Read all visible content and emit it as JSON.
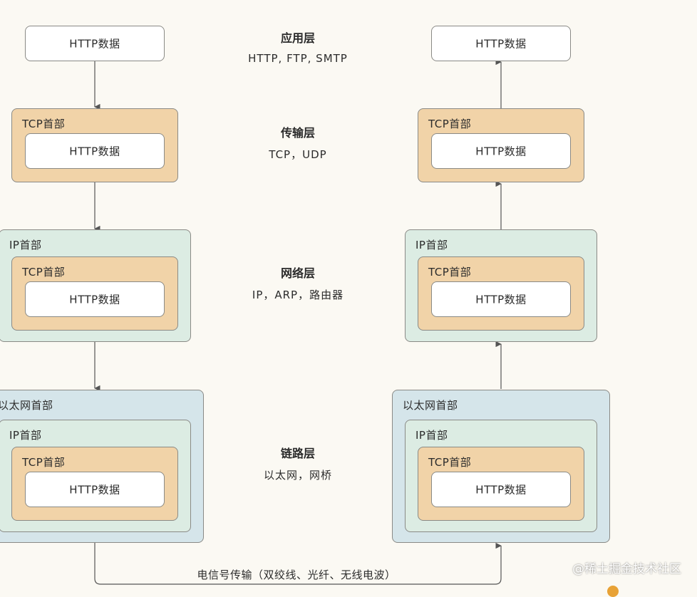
{
  "layers": [
    {
      "title": "应用层",
      "protocols": "HTTP, FTP, SMTP"
    },
    {
      "title": "传输层",
      "protocols": "TCP，UDP"
    },
    {
      "title": "网络层",
      "protocols": "IP，ARP，路由器"
    },
    {
      "title": "链路层",
      "protocols": "以太网，网桥"
    }
  ],
  "labels": {
    "http_data": "HTTP数据",
    "tcp_header": "TCP首部",
    "ip_header": "IP首部",
    "eth_header": "以太网首部"
  },
  "bottom_label": "电信号传输（双绞线、光纤、无线电波）",
  "watermark": "@稀土掘金技术社区",
  "colors": {
    "data_fill": "#ffffff",
    "tcp_fill": "#f1d3a8",
    "ip_fill": "#dcece3",
    "eth_fill": "#d5e5ea",
    "border": "#8a8a86"
  }
}
